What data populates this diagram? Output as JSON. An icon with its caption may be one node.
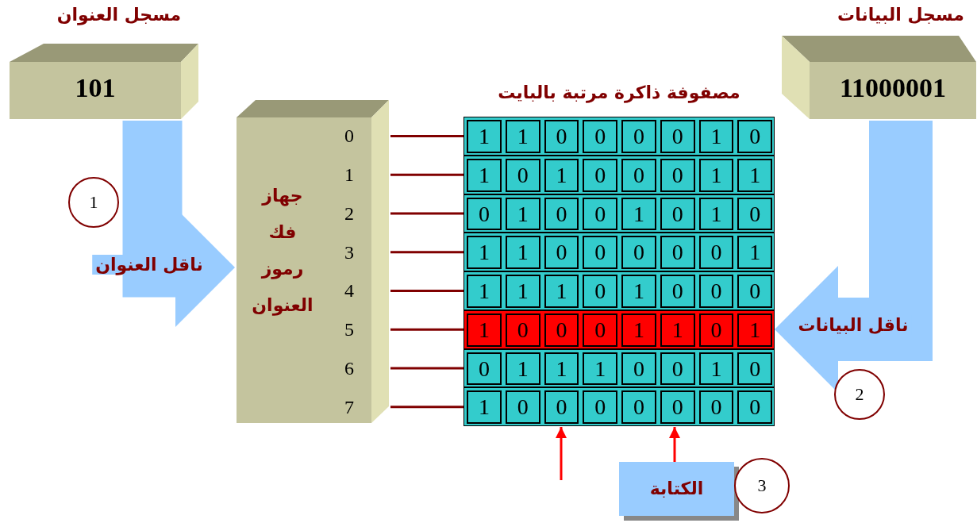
{
  "diagram": {
    "nodes": [
      {
        "text": [
          "مسجل العنوان",
          "101"
        ]
      },
      {
        "text": [
          "مسجل البيانات",
          "11000001"
        ]
      },
      {
        "text": [
          "جهاز فك رموز العنوان",
          "0",
          "1",
          "2",
          "3",
          "4",
          "5",
          "6",
          "7"
        ]
      },
      {
        "text": [
          "مصفوفة ذاكرة مرتبة بالبايت"
        ]
      },
      {
        "text": [
          "1",
          "1",
          "0",
          "0",
          "0",
          "0",
          "1",
          "0"
        ],
        "in": 3
      },
      {
        "text": [
          "1",
          "0",
          "1",
          "0",
          "0",
          "0",
          "1",
          "1"
        ],
        "in": 3
      },
      {
        "text": [
          "0",
          "1",
          "0",
          "0",
          "1",
          "0",
          "1",
          "0"
        ],
        "in": 3
      },
      {
        "text": [
          "1",
          "1",
          "0",
          "0",
          "0",
          "0",
          "0",
          "1"
        ],
        "in": 3
      },
      {
        "text": [
          "1",
          "1",
          "1",
          "0",
          "1",
          "0",
          "0",
          "0"
        ],
        "in": 3
      },
      {
        "text": [
          "1",
          "0",
          "0",
          "0",
          "1",
          "1",
          "0",
          "1"
        ],
        "in": 3
      },
      {
        "text": [
          "0",
          "1",
          "1",
          "1",
          "0",
          "0",
          "1",
          "0"
        ],
        "in": 3
      },
      {
        "text": [
          "1",
          "0",
          "0",
          "0",
          "0",
          "0",
          "0",
          "0"
        ],
        "in": 3
      },
      {
        "text": [
          "1"
        ]
      },
      {
        "text": [
          "2"
        ]
      },
      {
        "text": [
          "الكتابة"
        ]
      },
      {
        "text": [
          "3"
        ]
      }
    ],
    "edges": [
      {
        "from": 0,
        "to": 2,
        "arrow": "to",
        "label": "ناقل العنوان",
        "style": "thick",
        "color": "#99ccff"
      },
      {
        "from": 1,
        "to": 3,
        "arrow": "to",
        "label": "ناقل البيانات",
        "style": "thick",
        "color": "#99ccff"
      },
      {
        "from": 2,
        "to": 4,
        "arrow": "none"
      },
      {
        "from": 2,
        "to": 5,
        "arrow": "none"
      },
      {
        "from": 2,
        "to": 6,
        "arrow": "none"
      },
      {
        "from": 2,
        "to": 7,
        "arrow": "none"
      },
      {
        "from": 2,
        "to": 8,
        "arrow": "none"
      },
      {
        "from": 2,
        "to": 9,
        "arrow": "none"
      },
      {
        "from": 2,
        "to": 10,
        "arrow": "none"
      },
      {
        "from": 2,
        "to": 11,
        "arrow": "none"
      },
      {
        "from": 14,
        "to": 3,
        "arrow": "to",
        "color": "#ff0000"
      },
      {
        "from": null,
        "to": 3,
        "arrow": "to",
        "color": "#ff0000"
      }
    ]
  }
}
